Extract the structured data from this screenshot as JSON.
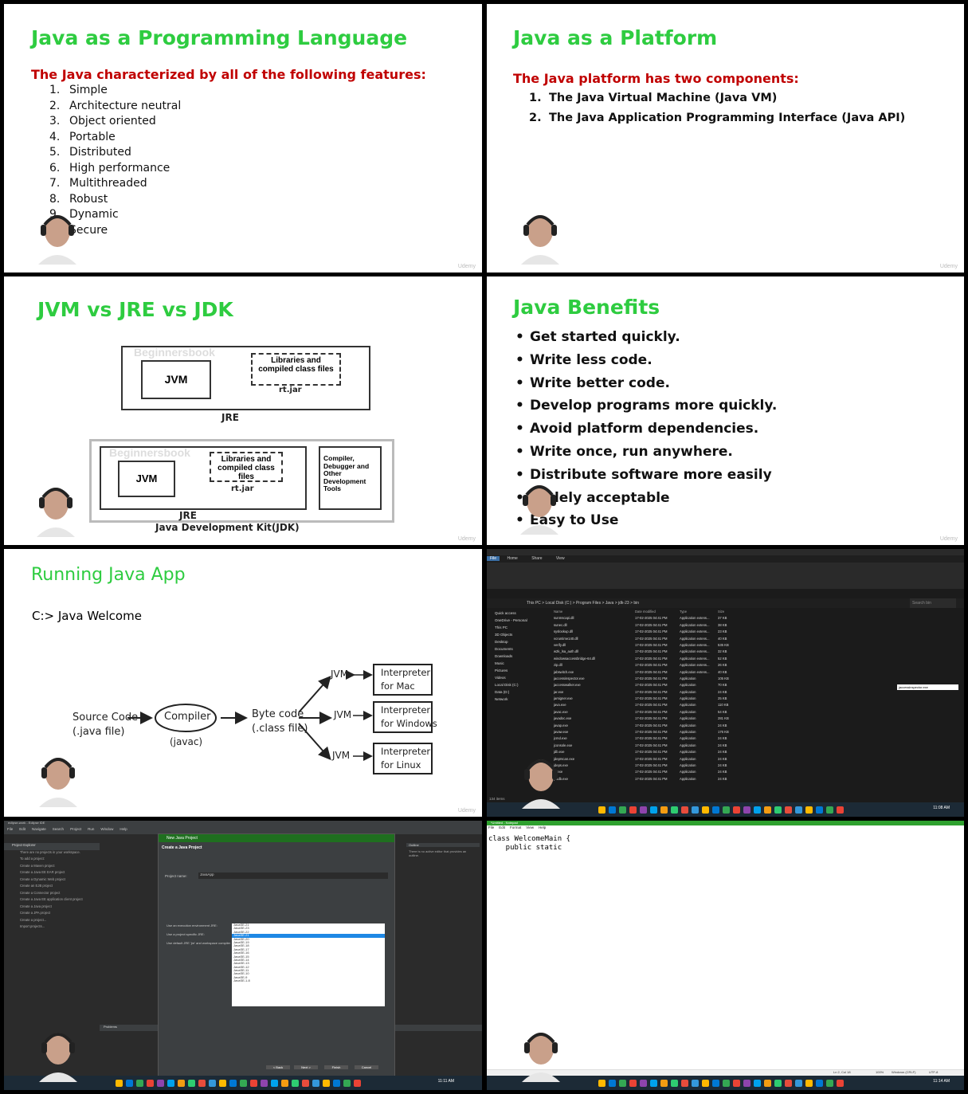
{
  "panel1": {
    "title": "Java as a Programming Language",
    "subtitle": "The Java characterized by all of the following features:",
    "items": [
      {
        "num": "1.",
        "text": "Simple"
      },
      {
        "num": "2.",
        "text": "Architecture neutral"
      },
      {
        "num": "3.",
        "text": "Object oriented"
      },
      {
        "num": "4.",
        "text": "Portable"
      },
      {
        "num": "5.",
        "text": "Distributed"
      },
      {
        "num": "6.",
        "text": "High performance"
      },
      {
        "num": "7.",
        "text": "Multithreaded"
      },
      {
        "num": "8.",
        "text": "Robust"
      },
      {
        "num": "9.",
        "text": "Dynamic"
      },
      {
        "num": "10.",
        "text": "Secure"
      }
    ],
    "watermark": "Udemy"
  },
  "panel2": {
    "title": "Java as a Platform",
    "subtitle": "The Java platform has two components:",
    "items": [
      {
        "num": "1.",
        "text": "The Java Virtual Machine (Java VM)"
      },
      {
        "num": "2.",
        "text": "The Java Application Programming Interface (Java API)"
      }
    ],
    "watermark": "Udemy"
  },
  "panel3": {
    "title": "JVM vs JRE vs JDK",
    "jvm": "JVM",
    "libs": "Libraries and compiled class files",
    "rtjar": "rt.jar",
    "jre": "JRE",
    "tools": "Compiler, Debugger and Other Development Tools",
    "jdk": "Java Development Kit(JDK)",
    "wm": "Beginnersbook",
    "watermark": "Udemy"
  },
  "panel4": {
    "title": "Java Benefits",
    "items": [
      "Get started quickly.",
      "Write less code.",
      "Write better code.",
      "Develop programs more quickly.",
      "Avoid platform dependencies.",
      "Write once, run anywhere.",
      "Distribute software more easily",
      "Widely acceptable",
      "Easy to Use"
    ],
    "watermark": "Udemy"
  },
  "panel5": {
    "title": "Running Java App",
    "command": "C:> Java Welcome",
    "source": "Source Code\n(.java file)",
    "compiler": "Compiler",
    "javac": "(javac)",
    "bytecode": "Byte code\n(.class file)",
    "jvm": "JVM",
    "interpreters": [
      "Interpreter\nfor Mac",
      "Interpreter\nfor Windows",
      "Interpreter\nfor Linux"
    ],
    "watermark": "Udemy"
  },
  "panel6": {
    "tabs": [
      "File",
      "Home",
      "Share",
      "View"
    ],
    "address": "This PC  >  Local Disk (C:)  >  Program Files  >  Java  >  jdk-23  >  bin",
    "search": "Search bin",
    "nav": [
      "Quick access",
      "OneDrive - Personal",
      "This PC",
      "3D Objects",
      "Desktop",
      "Documents",
      "Downloads",
      "Music",
      "Pictures",
      "Videos",
      "Local Disk (C:)",
      "Data (D:)",
      "Network"
    ],
    "columns": [
      "Name",
      "Date modified",
      "Type",
      "Size"
    ],
    "files": [
      [
        "sunmscapi.dll",
        "17-02-2025 04:41 PM",
        "Application extens...",
        "37 KB"
      ],
      [
        "sunec.dll",
        "17-02-2025 04:41 PM",
        "Application extens...",
        "38 KB"
      ],
      [
        "syslookup.dll",
        "17-02-2025 04:41 PM",
        "Application extens...",
        "23 KB"
      ],
      [
        "vcruntime140.dll",
        "17-02-2025 04:41 PM",
        "Application extens...",
        "40 KB"
      ],
      [
        "verify.dll",
        "17-02-2025 04:41 PM",
        "Application extens...",
        "535 KB"
      ],
      [
        "w2k_lsa_auth.dll",
        "17-02-2025 04:41 PM",
        "Application extens...",
        "32 KB"
      ],
      [
        "windowsaccessbridge-64.dll",
        "17-02-2025 04:41 PM",
        "Application extens...",
        "52 KB"
      ],
      [
        "zip.dll",
        "17-02-2025 04:41 PM",
        "Application extens...",
        "26 KB"
      ],
      [
        "jabswitch.exe",
        "17-02-2025 04:41 PM",
        "Application extens...",
        "40 KB"
      ],
      [
        "jaccessinspector.exe",
        "17-02-2025 04:41 PM",
        "Application",
        "105 KB"
      ],
      [
        "jaccesswalker.exe",
        "17-02-2025 04:41 PM",
        "Application",
        "70 KB"
      ],
      [
        "jar.exe",
        "17-02-2025 04:41 PM",
        "Application",
        "24 KB"
      ],
      [
        "jarsigner.exe",
        "17-02-2025 04:41 PM",
        "Application",
        "25 KB"
      ],
      [
        "java.exe",
        "17-02-2025 04:41 PM",
        "Application",
        "110 KB"
      ],
      [
        "javac.exe",
        "17-02-2025 04:41 PM",
        "Application",
        "54 KB"
      ],
      [
        "javadoc.exe",
        "17-02-2025 04:41 PM",
        "Application",
        "281 KB"
      ],
      [
        "javap.exe",
        "17-02-2025 04:41 PM",
        "Application",
        "24 KB"
      ],
      [
        "javaw.exe",
        "17-02-2025 04:41 PM",
        "Application",
        "176 KB"
      ],
      [
        "jcmd.exe",
        "17-02-2025 04:41 PM",
        "Application",
        "24 KB"
      ],
      [
        "jconsole.exe",
        "17-02-2025 04:41 PM",
        "Application",
        "24 KB"
      ],
      [
        "jdb.exe",
        "17-02-2025 04:41 PM",
        "Application",
        "24 KB"
      ],
      [
        "jdeprscan.exe",
        "17-02-2025 04:41 PM",
        "Application",
        "24 KB"
      ],
      [
        "jdeps.exe",
        "17-02-2025 04:41 PM",
        "Application",
        "24 KB"
      ],
      [
        "jfr.exe",
        "17-02-2025 04:41 PM",
        "Application",
        "24 KB"
      ],
      [
        "jhsdb.exe",
        "17-02-2025 04:41 PM",
        "Application",
        "24 KB"
      ]
    ],
    "tooltip": "jaccessinspector.exe",
    "status": "134 items",
    "clock": "11:08 AM"
  },
  "panel7": {
    "window_title": "eclipse-work - Eclipse IDE",
    "menu": [
      "File",
      "Edit",
      "Navigate",
      "Search",
      "Project",
      "Run",
      "Window",
      "Help"
    ],
    "explorer_title": "Project Explorer",
    "explorer_items": [
      "There are no projects in your workspace.",
      "To add a project:",
      "Create a Maven project",
      "Create a Java EE EAR project",
      "Create a Dynamic Web project",
      "Create an EJB project",
      "Create a Connector project",
      "Create a Java EE application client project",
      "Create a Java project",
      "Create a JPA project",
      "Create a project...",
      "Import projects..."
    ],
    "dialog_title": "New Java Project",
    "dialog_heading": "Create a Java Project",
    "project_name_label": "Project name:",
    "project_name": "JavaApp",
    "jre_options": [
      "Use an execution environment JRE:",
      "Use a project specific JRE:",
      "Use default JRE 'jre' and workspace compiler preferences"
    ],
    "jre_versions": [
      "JavaSE-21",
      "JavaSE-23",
      "JavaSE-22",
      "JavaSE-21",
      "JavaSE-20",
      "JavaSE-19",
      "JavaSE-18",
      "JavaSE-17",
      "JavaSE-16",
      "JavaSE-15",
      "JavaSE-14",
      "JavaSE-13",
      "JavaSE-12",
      "JavaSE-11",
      "JavaSE-10",
      "JavaSE-9",
      "JavaSE-1.8"
    ],
    "buttons": [
      "< Back",
      "Next >",
      "Finish",
      "Cancel"
    ],
    "outline_title": "Outline",
    "outline_text": "There is no active editor that provides an outline.",
    "problems_tab": "Problems",
    "clock": "11:11 AM"
  },
  "panel8": {
    "window_title": "*Untitled - Notepad",
    "menu": [
      "File",
      "Edit",
      "Format",
      "View",
      "Help"
    ],
    "code": "class WelcomeMain {\n    public static",
    "status": [
      "Ln 2, Col 18",
      "100%",
      "Windows (CRLF)",
      "UTF-8"
    ],
    "clock": "11:14 AM"
  }
}
